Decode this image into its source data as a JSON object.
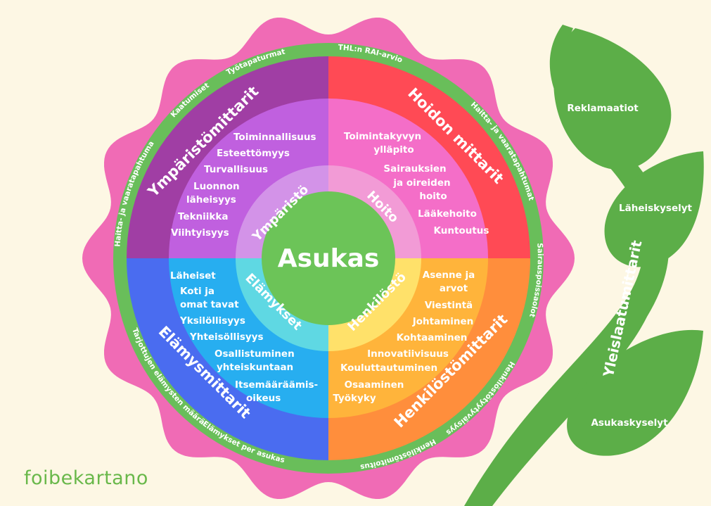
{
  "center": {
    "label": "Asukas"
  },
  "inner_ring": {
    "top_left": "Ympäristö",
    "top_right": "Hoito",
    "bottom_left": "Elämykset",
    "bottom_right": "Henkilöstö"
  },
  "quadrants": {
    "top_left": {
      "title": "Ympäristömittarit",
      "items": [
        "Toiminnallisuus",
        "Esteettömyys",
        "Turvallisuus",
        "Luonnon",
        "läheisyys",
        "Tekniikka",
        "Viihtyisyys"
      ]
    },
    "top_right": {
      "title": "Hoidon mittarit",
      "items": [
        "Toimintakyvyn",
        "ylläpito",
        "Sairauksien",
        "ja oireiden",
        "hoito",
        "Lääkehoito",
        "Kuntoutus"
      ]
    },
    "bottom_left": {
      "title": "Elämysmittarit",
      "items": [
        "Läheiset",
        "Koti ja",
        "omat tavat",
        "Yksilöllisyys",
        "Yhteisöllisyys",
        "Osallistuminen",
        "yhteiskuntaan",
        "Itsemääräämis-",
        "oikeus"
      ]
    },
    "bottom_right": {
      "title": "Henkilöstömittarit",
      "items": [
        "Asenne ja",
        "arvot",
        "Viestintä",
        "Johtaminen",
        "Kohtaaminen",
        "Innovatiivisuus",
        "Kouluttautuminen",
        "Osaaminen",
        "Työkyky"
      ]
    }
  },
  "outer_ring": {
    "top": "THL:n RAI-arvio",
    "top_right": "Haitta- ja vaaratapahtumat",
    "right": "Sairauspoissaolot",
    "bottom_right": "Henkilöstötyytyväisyys",
    "bottom": "Henkilöstömitoitus",
    "bottom_left": "Elämykset per asukas",
    "left_lower": "Tarjottujen elämysten määrä",
    "left_upper": "Haitta- ja vaaratapahtuma",
    "top_left_a": "Kaatumiset",
    "top_left_b": "Työtapaturmat"
  },
  "vine": {
    "title": "Yleislaatumittarit",
    "leaves": [
      "Reklamaatiot",
      "Läheiskyselyt",
      "Asukaskyselyt"
    ]
  },
  "logo": {
    "text": "foibekartano"
  },
  "colors": {
    "background": "#fdf7e4",
    "flower": "#f06bb5",
    "outer_ring": "#69be5a",
    "center": "#6cc458",
    "quad_top_left_outer": "#a03ea4",
    "quad_top_left_inner": "#c060df",
    "quad_top_right_outer": "#ff4a55",
    "quad_top_right_inner": "#f46ec8",
    "quad_bottom_left_outer": "#4a6cf0",
    "quad_bottom_left_inner": "#27aef0",
    "quad_bottom_right_outer": "#ff8e3c",
    "quad_bottom_right_inner": "#ffb43b",
    "vine": "#5cae48"
  }
}
